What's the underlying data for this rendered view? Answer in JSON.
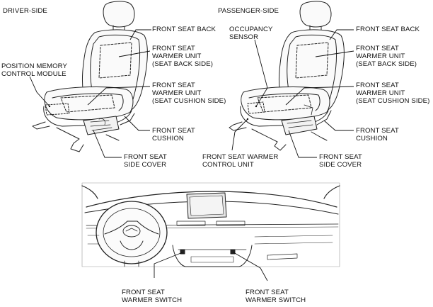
{
  "headings": {
    "driver_side": "DRIVER-SIDE",
    "passenger_side": "PASSENGER-SIDE"
  },
  "driver_labels": {
    "front_seat_back": "FRONT SEAT BACK",
    "warmer_back": "FRONT SEAT\nWARMER UNIT\n(SEAT BACK SIDE)",
    "position_memory": "POSITION MEMORY\nCONTROL MODULE",
    "warmer_cushion": "FRONT SEAT\nWARMER UNIT\n(SEAT CUSHION SIDE)",
    "cushion": "FRONT SEAT\nCUSHION",
    "side_cover": "FRONT SEAT\nSIDE COVER"
  },
  "passenger_labels": {
    "occupancy_sensor": "OCCUPANCY\nSENSOR",
    "front_seat_back": "FRONT SEAT BACK",
    "warmer_back": "FRONT SEAT\nWARMER UNIT\n(SEAT BACK SIDE)",
    "warmer_cushion": "FRONT SEAT\nWARMER UNIT\n(SEAT CUSHION SIDE)",
    "cushion": "FRONT SEAT\nCUSHION",
    "control_unit": "FRONT SEAT WARMER\nCONTROL UNIT",
    "side_cover": "FRONT SEAT\nSIDE COVER"
  },
  "dashboard_labels": {
    "switch_left": "FRONT SEAT\nWARMER SWITCH",
    "switch_right": "FRONT SEAT\nWARMER SWITCH"
  }
}
